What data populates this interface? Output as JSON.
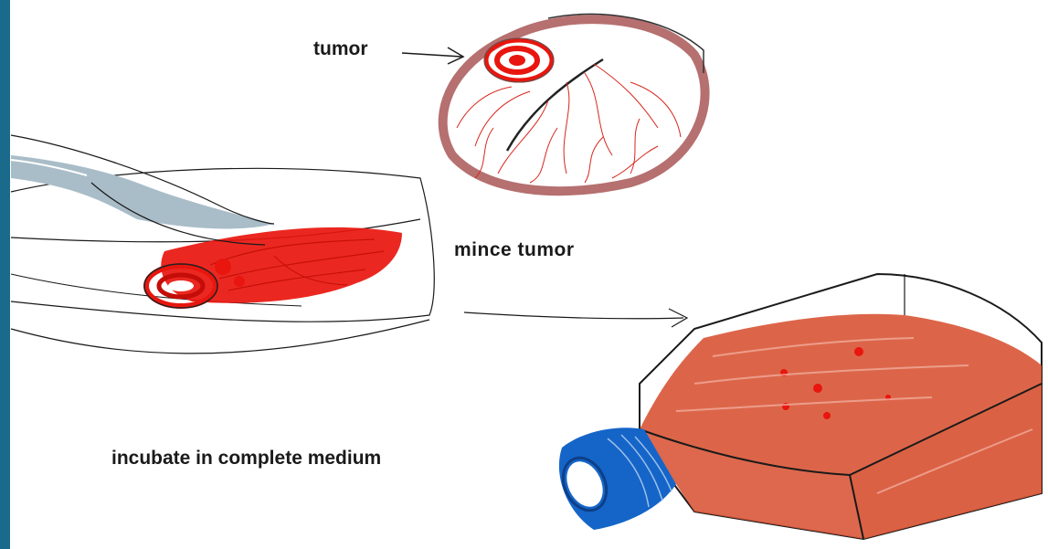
{
  "labels": {
    "tumor": "tumor",
    "mince": "mince   tumor",
    "incubate": "incubate in complete medium"
  },
  "colors": {
    "background": "#ffffff",
    "left_bar": "#1a6a8c",
    "tumor_red": "#e8160e",
    "brain_outline": "#b5706f",
    "vessel_red": "#d8261c",
    "blade_gray": "#a9bdc8",
    "medium_orange": "#d9583a",
    "flask_cap_blue": "#1565c8",
    "ink": "#1a1a1a"
  },
  "icons": [
    "scalpel-icon",
    "brain-icon",
    "culture-flask-icon",
    "arrow-icon"
  ]
}
